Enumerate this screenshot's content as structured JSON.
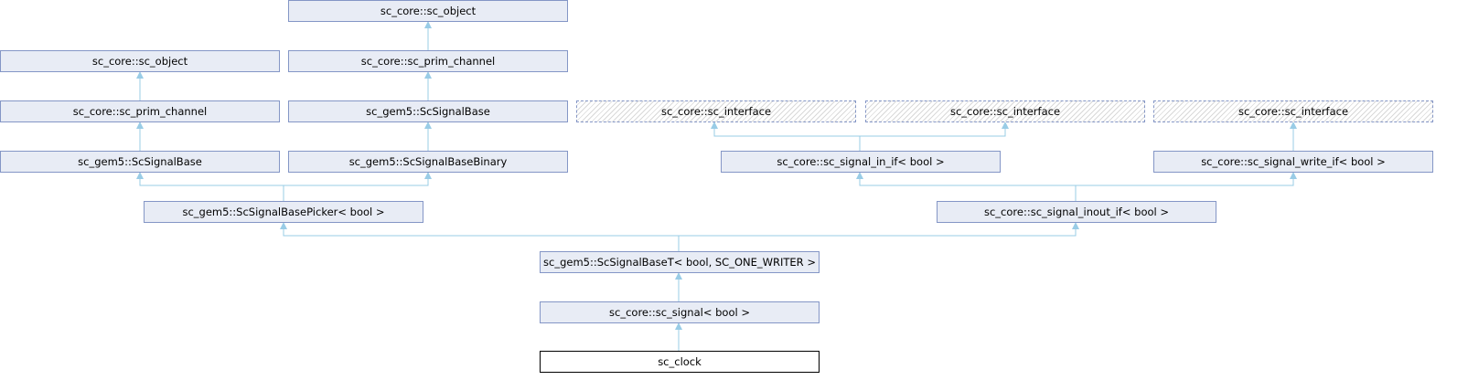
{
  "diagram": {
    "nodes": {
      "sc_object_top": "sc_core::sc_object",
      "sc_prim_channel_right": "sc_core::sc_prim_channel",
      "sc_object_left": "sc_core::sc_object",
      "sc_prim_channel_left": "sc_core::sc_prim_channel",
      "scsignalbase_right": "sc_gem5::ScSignalBase",
      "scsignalbase_left": "sc_gem5::ScSignalBase",
      "scsignalbasebinary": "sc_gem5::ScSignalBaseBinary",
      "sc_interface_1": "sc_core::sc_interface",
      "sc_interface_2": "sc_core::sc_interface",
      "sc_interface_3": "sc_core::sc_interface",
      "sc_signal_in_if": "sc_core::sc_signal_in_if< bool >",
      "sc_signal_write_if": "sc_core::sc_signal_write_if< bool >",
      "scsignalbasepicker": "sc_gem5::ScSignalBasePicker< bool >",
      "sc_signal_inout_if": "sc_core::sc_signal_inout_if< bool >",
      "scsignalbaset": "sc_gem5::ScSignalBaseT< bool, SC_ONE_WRITER >",
      "sc_signal": "sc_core::sc_signal< bool >",
      "sc_clock": "sc_clock"
    },
    "colors": {
      "node_fill": "#e8ecf5",
      "node_border": "#8496c6",
      "edge": "#99cce6",
      "current_border": "#000000"
    }
  }
}
